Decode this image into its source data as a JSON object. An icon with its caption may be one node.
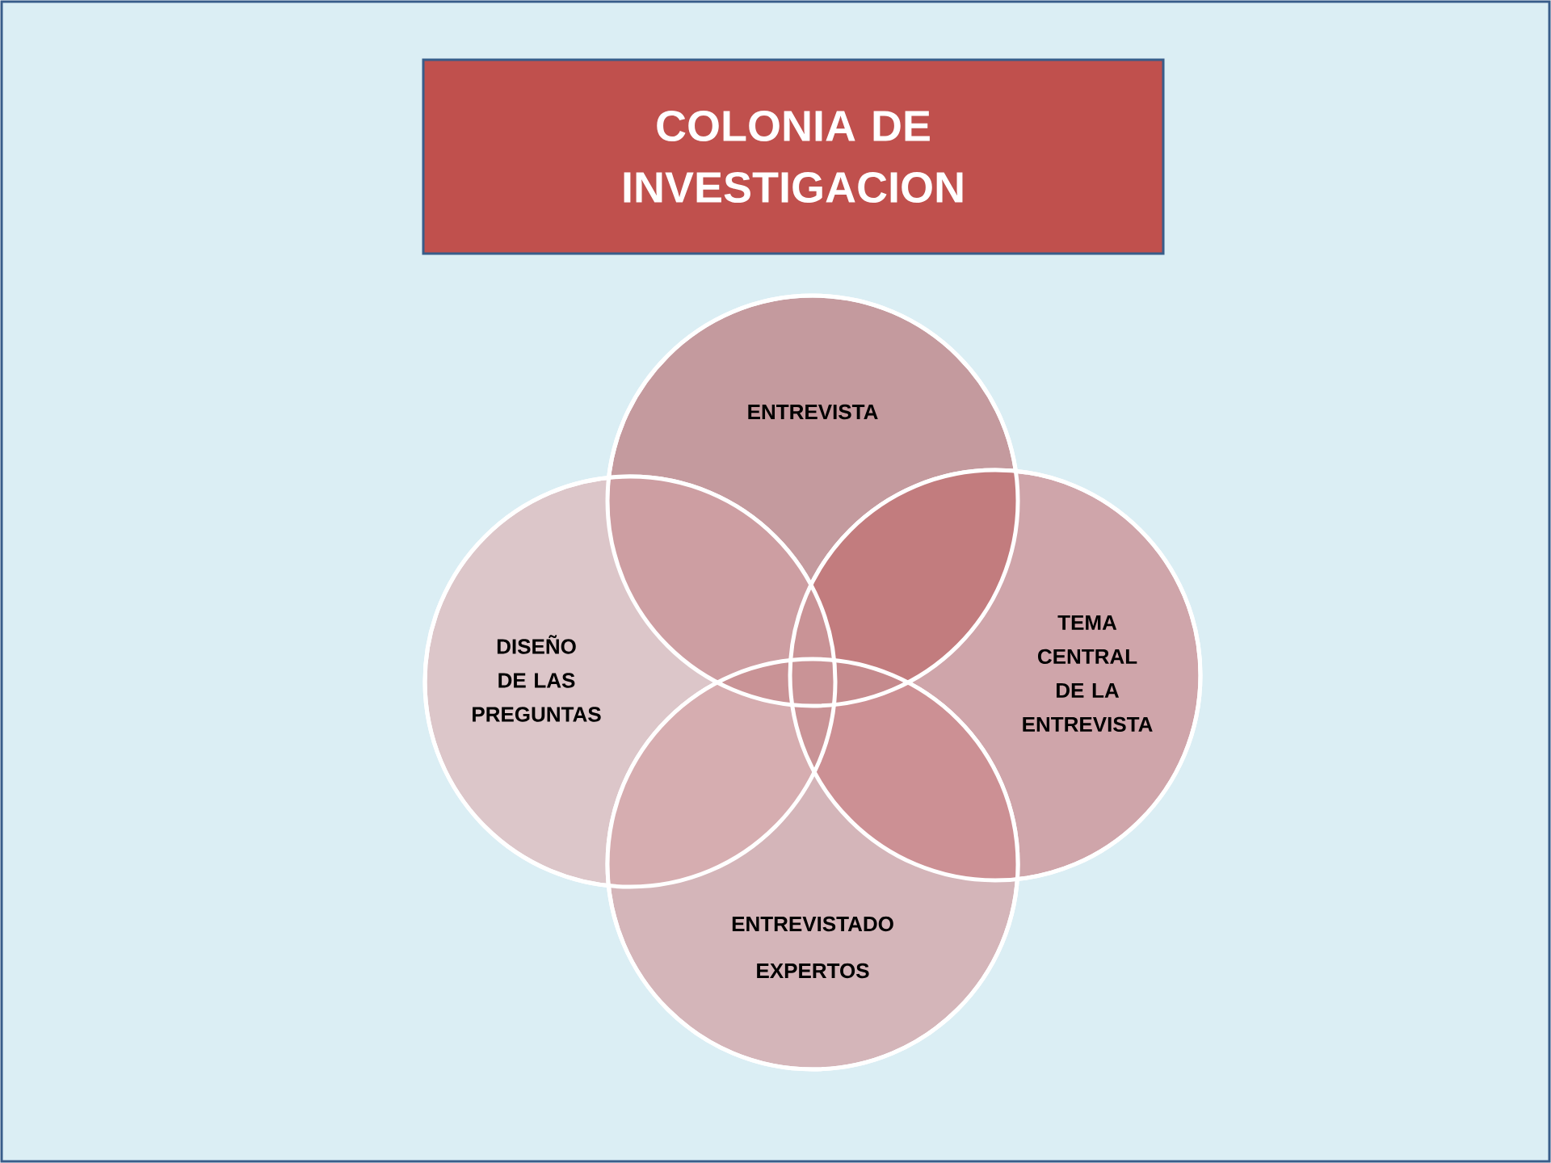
{
  "diagram": {
    "nodes": [
      {
        "text": [
          "COLONIA DE INVESTIGACION"
        ]
      },
      {
        "text": [
          "ENTREVISTA"
        ]
      },
      {
        "text": [
          "DISEÑO DE LAS PREGUNTAS"
        ]
      },
      {
        "text": [
          "TEMA CENTRAL DE LA ENTREVISTA"
        ]
      },
      {
        "text": [
          "ENTREVISTADO",
          "EXPERTOS"
        ]
      }
    ]
  }
}
